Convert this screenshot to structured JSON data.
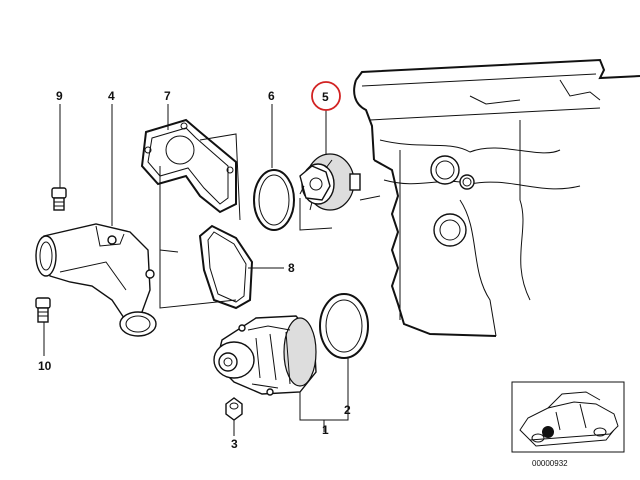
{
  "parts": [
    {
      "number": "1"
    },
    {
      "number": "2"
    },
    {
      "number": "3"
    },
    {
      "number": "4"
    },
    {
      "number": "5",
      "highlighted": true
    },
    {
      "number": "6"
    },
    {
      "number": "7"
    },
    {
      "number": "8"
    },
    {
      "number": "9"
    },
    {
      "number": "10"
    }
  ],
  "highlight_color": "#d22222",
  "inset": {
    "code": "00000932"
  }
}
